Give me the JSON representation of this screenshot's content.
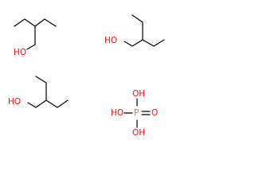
{
  "colors": {
    "background": "#ffffff",
    "bond": "#000000",
    "oxygen": "#ff0d0d",
    "phosphorus": "#ff8000"
  },
  "molecules": {
    "alcohol_1": {
      "oh_label": "HO"
    },
    "alcohol_2": {
      "oh_label": "HO"
    },
    "alcohol_3": {
      "oh_label": "HO"
    },
    "phosphoric_acid": {
      "top_oh": "OH",
      "left_oh": "HO",
      "center_p": "P",
      "right_o": "O",
      "bottom_oh": "OH"
    }
  }
}
